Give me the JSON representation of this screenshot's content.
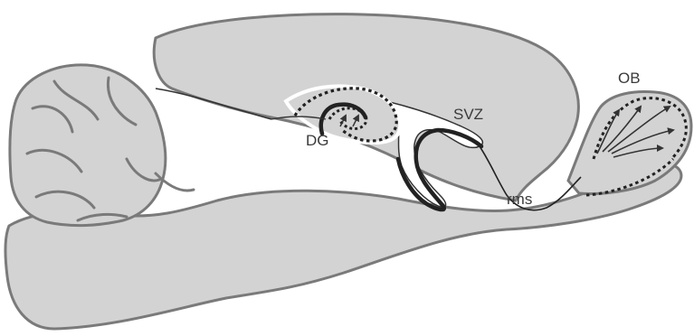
{
  "labels": {
    "ob": "OB",
    "svz": "SVZ",
    "dg": "DG",
    "rms": "rms"
  },
  "colors": {
    "tissue_fill": "#d3d3d3",
    "outline": "#7a7a7a",
    "ink": "#333333",
    "ventricle": "#ffffff"
  }
}
